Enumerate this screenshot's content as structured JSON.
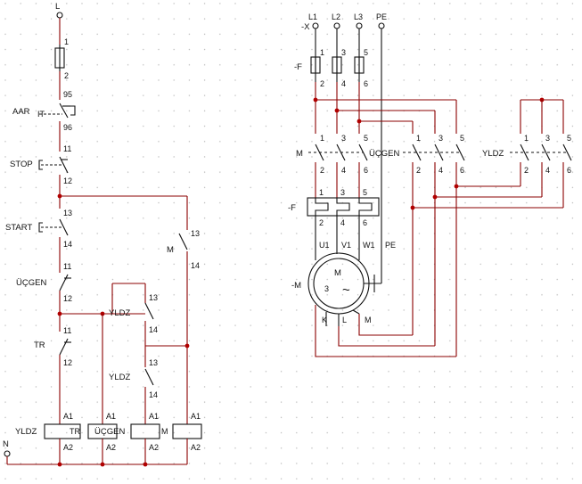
{
  "control": {
    "supply_top": "L",
    "supply_bottom": "N",
    "aar": {
      "label": "AAR",
      "prefix": "IT",
      "pin_a": "95",
      "pin_b": "96"
    },
    "stop": {
      "label": "STOP",
      "pin_a": "11",
      "pin_b": "12"
    },
    "start": {
      "label": "START",
      "pin_a": "13",
      "pin_b": "14"
    },
    "fuse_pins": [
      "1",
      "2"
    ],
    "ucgen_nc": {
      "label": "ÜÇGEN",
      "pin_a": "11",
      "pin_b": "12"
    },
    "tr_nc": {
      "label": "TR",
      "pin_a": "11",
      "pin_b": "12"
    },
    "yldz_no_1": {
      "label": "YLDZ",
      "pin_a": "13",
      "pin_b": "14"
    },
    "yldz_no_2": {
      "label": "YLDZ",
      "pin_a": "13",
      "pin_b": "14"
    },
    "m_no": {
      "label": "M",
      "pin_a": "13",
      "pin_b": "14"
    },
    "coils": [
      {
        "left_label": "YLDZ",
        "right_label": "TR",
        "a1": "A1",
        "a2": "A2"
      },
      {
        "left_label": "ÜÇGEN",
        "right_label": "",
        "a1": "A1",
        "a2": "A2"
      },
      {
        "left_label": "",
        "right_label": "M",
        "a1": "A1",
        "a2": "A2"
      },
      {
        "left_label": "",
        "right_label": "",
        "a1": "A1",
        "a2": "A2"
      }
    ]
  },
  "power": {
    "terminal_label": "-X",
    "phases": [
      "L1",
      "L2",
      "L3",
      "PE"
    ],
    "fuse_label": "-F",
    "fuse_top_pins": [
      "1",
      "3",
      "5"
    ],
    "fuse_bottom_pins": [
      "2",
      "4",
      "6"
    ],
    "contactor_top_pins": [
      "1",
      "3",
      "5"
    ],
    "contactor_bottom_pins": [
      "2",
      "4",
      "6"
    ],
    "contactor_m": "M",
    "contactor_ucgen": "ÜÇGEN",
    "contactor_yldz": "YLDZ",
    "overload_label": "-F",
    "overload_top_pins": [
      "1",
      "3",
      "5"
    ],
    "overload_bottom_pins": [
      "2",
      "4",
      "6"
    ],
    "motor_terminals": [
      "U1",
      "V1",
      "W1",
      "PE"
    ],
    "motor_label": "-M",
    "motor_letter": "M",
    "motor_phase": "3",
    "motor_symbol": "~",
    "motor_bottom_terminals": [
      "K",
      "L",
      "M"
    ]
  }
}
